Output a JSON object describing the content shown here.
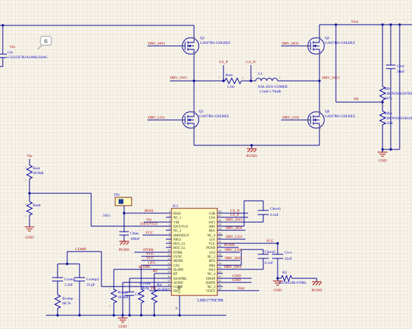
{
  "schematic": {
    "balloon": "6",
    "colors": {
      "wire": "#000090",
      "net_label": "#A40000",
      "component_text": "#0000C0",
      "ic_fill": "#FFFFBE",
      "ic_border": "#842121",
      "background": "#F8F4EB"
    },
    "nets": {
      "vin": "Vin",
      "vout": "Vout",
      "vcc": "VCC",
      "fb": "FB",
      "gnd": "GND",
      "pgnd": "PGND",
      "comp": "COMP",
      "bias": "BIAS",
      "cs_p": "CS_P",
      "cs_n": "CS_N",
      "drv_ho1": "DRV_HO1",
      "drv_ho2": "DRV_HO2",
      "drv_lo1": "DRV_LO1",
      "drv_lo2": "DRV_LO2",
      "drv_sw1": "DRV_SW1",
      "drv_sw2": "DRV_SW2",
      "en_uvlo": "EN/UVLO",
      "dtrk": "DTRK",
      "cfg": "CFG",
      "slope": "SLOPE",
      "rt": "RT"
    },
    "pins": {
      "p1": "1",
      "p2": "2"
    },
    "components": {
      "cin": {
        "ref": "Cin",
        "part": "C3225X7R2A106K250AC"
      },
      "q1": {
        "ref": "Q1",
        "part": "GAN7R0-150LBEZ"
      },
      "q2": {
        "ref": "Q2",
        "part": "GAN7R0-150LBEZ"
      },
      "q3": {
        "ref": "Q3",
        "part": "GAN7R0-150LBEZ"
      },
      "q4": {
        "ref": "Q4",
        "part": "GAN7R0-150LBEZ"
      },
      "rsns": {
        "ref": "Rsns",
        "value": "1.5m"
      },
      "l1": {
        "ref": "L1",
        "part": "XAL1010-152MEB",
        "value": "1.5uH  1.76mR"
      },
      "cout": {
        "ref": "Cout",
        "value": "10nF"
      },
      "rfbt": {
        "ref": "Rfbt",
        "part": "CRCW0402267KF",
        "value": "267k"
      },
      "rfbb": {
        "ref": "Rfbb",
        "part": "CRCW04025K62F",
        "value": "5.62k"
      },
      "rent": {
        "ref": "Rent",
        "value": "49.9kR"
      },
      "renb": {
        "ref": "Renb"
      },
      "tp1": {
        "ref": "TP1",
        "value": "5015"
      },
      "cbias": {
        "ref": "Cbias",
        "value": "100nF"
      },
      "ccomp": {
        "ref": "Ccomp",
        "value": "3.3nF"
      },
      "ccomp2": {
        "ref": "Ccomp2",
        "value": "33 pF"
      },
      "rcomp": {
        "ref": "Rcomp",
        "value": "88.7k"
      },
      "rslope": {
        "ref": "Rslope",
        "value": "49.9kR"
      },
      "css": {
        "ref": "Css"
      },
      "rcfg": {
        "ref": "Rcfg",
        "value": "8.25kR"
      },
      "rrt": {
        "ref": "Rrt",
        "value": "49.9kR"
      },
      "cboot1": {
        "ref": "Cboot1",
        "value": "0.1uF"
      },
      "cboot2": {
        "ref": "Cboot2",
        "value": "0.1uF"
      },
      "cvcc": {
        "ref": "Cvcc",
        "value": "22uF"
      },
      "r2": {
        "ref": "R2",
        "part": "RC0603JR-070RL"
      }
    },
    "ic": {
      "ref": "IC1",
      "part": "LM5177DCPR",
      "left_pins": [
        {
          "n": "1",
          "name": "BIAS"
        },
        {
          "n": "2",
          "name": "NC_1"
        },
        {
          "n": "3",
          "name": "VIN"
        },
        {
          "n": "4",
          "name": "EN/UVLO"
        },
        {
          "n": "5",
          "name": "NC_2"
        },
        {
          "n": "6",
          "name": "IMONOUT"
        },
        {
          "n": "7",
          "name": "NFLT"
        },
        {
          "n": "8",
          "name": "HO1_LL"
        },
        {
          "n": "9",
          "name": "HO2_LL"
        },
        {
          "n": "10",
          "name": "DTRK"
        },
        {
          "n": "11",
          "name": "SYNC"
        },
        {
          "n": "12",
          "name": "MODE"
        },
        {
          "n": "13",
          "name": "CFG"
        },
        {
          "n": "14",
          "name": "SLOPE"
        },
        {
          "n": "15",
          "name": "RT"
        },
        {
          "n": "16",
          "name": "SS/ATRK"
        },
        {
          "n": "17",
          "name": "AGND"
        },
        {
          "n": "18",
          "name": "COMP"
        },
        {
          "n": "19",
          "name": "FB"
        }
      ],
      "right_pins": [
        {
          "n": "38",
          "name": "CSB"
        },
        {
          "n": "37",
          "name": "CSA"
        },
        {
          "n": "36",
          "name": "SW1"
        },
        {
          "n": "35",
          "name": "HB1"
        },
        {
          "n": "34",
          "name": "HO1"
        },
        {
          "n": "33",
          "name": "NC_6"
        },
        {
          "n": "32",
          "name": "LO1"
        },
        {
          "n": "31",
          "name": "VCC"
        },
        {
          "n": "30",
          "name": "PGND"
        },
        {
          "n": "29",
          "name": "LO2"
        },
        {
          "n": "28",
          "name": "NC_5"
        },
        {
          "n": "27",
          "name": "HO2"
        },
        {
          "n": "26",
          "name": "HB2"
        },
        {
          "n": "25",
          "name": "SW2"
        },
        {
          "n": "24",
          "name": "NC_4"
        },
        {
          "n": "23",
          "name": "ISNSP"
        },
        {
          "n": "22",
          "name": "ISNSN"
        },
        {
          "n": "21",
          "name": "NC_3"
        },
        {
          "n": "20",
          "name": "VOUT"
        }
      ],
      "bottom_pin": {
        "n": "39",
        "name": "GND"
      }
    }
  }
}
